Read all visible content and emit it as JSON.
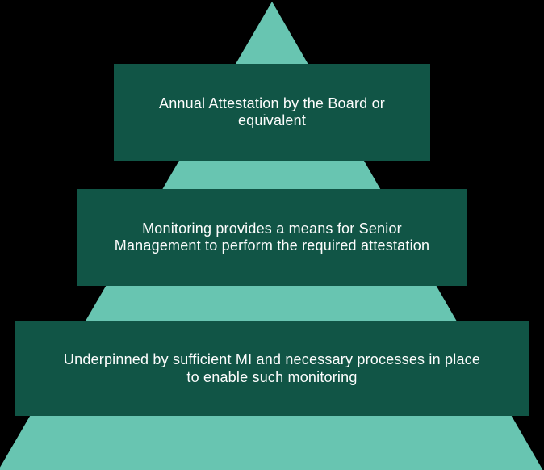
{
  "colors": {
    "background": "#000000",
    "triangle": "#68c5b1",
    "box": "#115546",
    "text": "#fdfdfd"
  },
  "pyramid": {
    "levels": [
      {
        "id": "top",
        "lines": [
          "Annual Attestation by the Board or",
          "equivalent"
        ]
      },
      {
        "id": "middle",
        "lines": [
          "Monitoring provides a means for Senior",
          "Management to perform the required attestation"
        ]
      },
      {
        "id": "bottom",
        "lines": [
          "Underpinned by sufficient MI and necessary processes in place",
          "to enable such monitoring"
        ]
      }
    ]
  }
}
